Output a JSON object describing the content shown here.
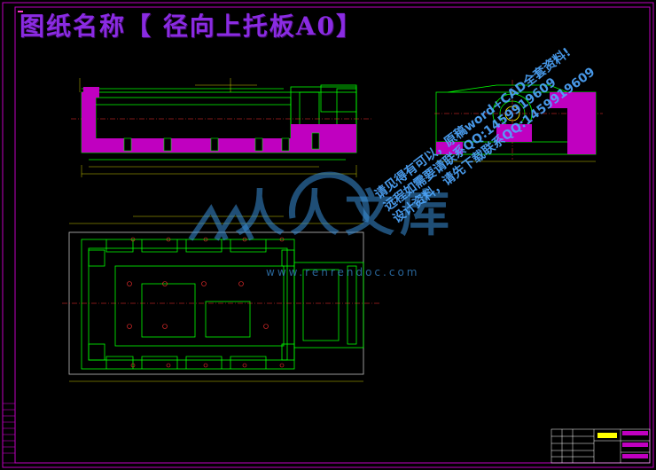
{
  "drawing": {
    "title": "图纸名称【 径向上托板A0】",
    "corner_stamp": "",
    "view_label": "",
    "sheet_frame_color": "#c000c0",
    "line_color": "#00ff00",
    "hatch_color": "#c000c0",
    "dim_color": "#ffff00",
    "center_color": "#ff3030"
  },
  "watermark": {
    "brand_cn": "人人文库",
    "brand_url": "www.renrendoc.com",
    "lines": [
      "请见得有可以，原稿word+CAD全套资料!",
      "远程如需要请联系QQ:1459919609",
      "设计资料，请先下载联系QQ:1459919609"
    ]
  },
  "notes": {
    "lines": [
      "",
      "",
      "",
      "",
      "",
      ""
    ]
  },
  "title_block": {
    "part_name": "",
    "drawing_no": ""
  }
}
